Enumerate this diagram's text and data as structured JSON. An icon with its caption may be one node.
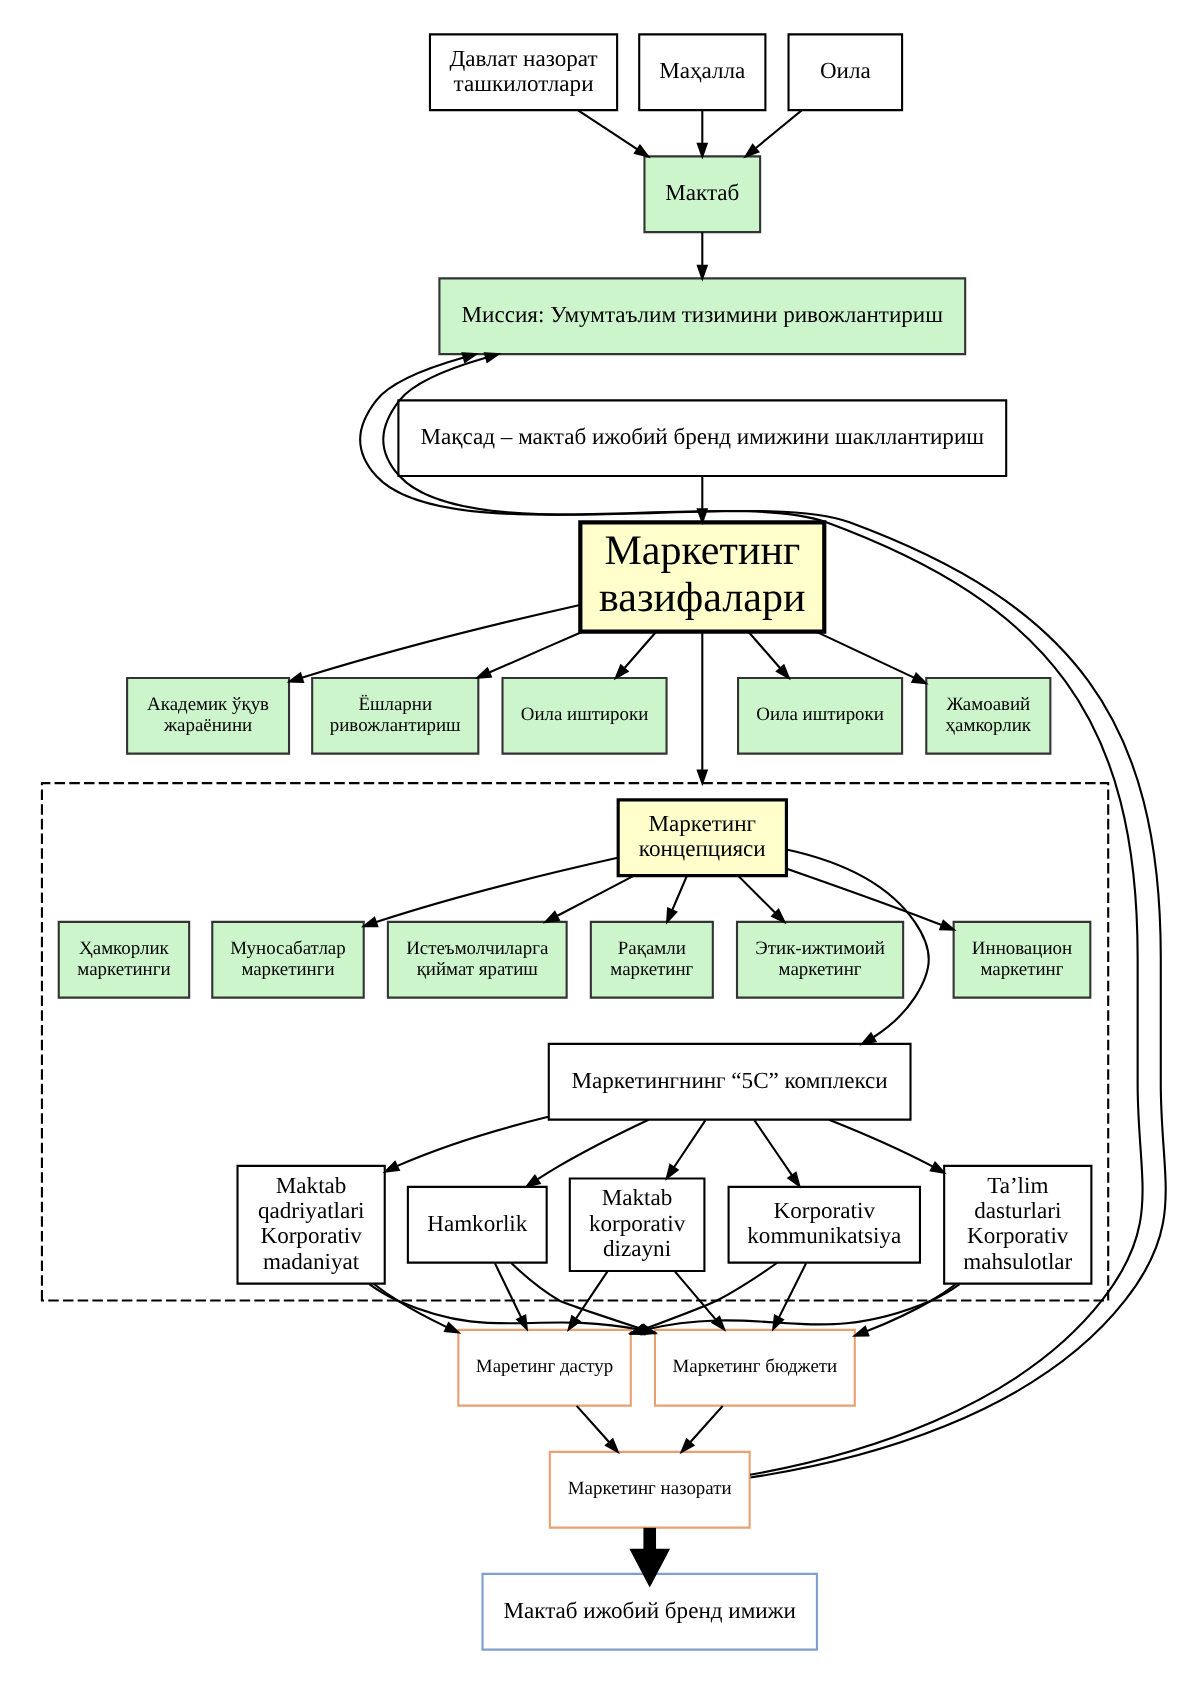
{
  "diagram": {
    "nodes": [
      {
        "text": [
          "Давлат назорат ташкилотлари"
        ]
      },
      {
        "text": [
          "Маҳалла"
        ]
      },
      {
        "text": [
          "Оила"
        ]
      },
      {
        "text": [
          "Мактаб"
        ]
      },
      {
        "text": [
          "Миссия: Умумтаълим тизимини ривожлантириш"
        ]
      },
      {
        "text": [
          "Мақсад – мактаб ижобий бренд имижини шакллантириш"
        ]
      },
      {
        "text": [
          "Маркетинг вазифалари"
        ]
      },
      {
        "text": [
          "Академик ўқув жараёнини"
        ]
      },
      {
        "text": [
          "Ёшларни ривожлантириш"
        ]
      },
      {
        "text": [
          "Оила иштироки"
        ]
      },
      {
        "text": [
          "Оила иштироки"
        ]
      },
      {
        "text": [
          "Жамоавий ҳамкорлик"
        ]
      },
      {
        "text": [],
        "shape": "box"
      },
      {
        "text": [
          "Маркетинг концепцияси"
        ],
        "in": 12
      },
      {
        "text": [
          "Рақамли маркетинг"
        ],
        "in": 12
      },
      {
        "text": [
          "Этик-ижтимоий маркетинг"
        ],
        "in": 12
      },
      {
        "text": [
          "Инновацион маркетинг"
        ],
        "in": 12
      },
      {
        "text": [
          "Муносабатлар маркетинги"
        ],
        "in": 12
      },
      {
        "text": [
          "Истеъмолчиларга қиймат яратиш"
        ],
        "in": 12
      },
      {
        "text": [
          "Ҳамкорлик маркетинги"
        ],
        "in": 12
      },
      {
        "text": [
          "Маркетингнинг “5C” комплекси"
        ],
        "in": 12
      },
      {
        "text": [
          "Maktab korporativ dizayni"
        ],
        "in": 12
      },
      {
        "text": [
          "Korporativ kommunikatsiya"
        ],
        "in": 12
      },
      {
        "text": [
          "Ta’lim dasturlari Korporativ mahsulotlar"
        ],
        "in": 12
      },
      {
        "text": [
          "Maktab qadriyatlari Korporativ madaniyat"
        ],
        "in": 12
      },
      {
        "text": [
          "Hamkorlik"
        ],
        "in": 12
      },
      {
        "text": [
          "Маретинг дастур"
        ]
      },
      {
        "text": [
          "Маркетинг бюджети"
        ]
      },
      {
        "text": [
          "Маркетинг назорати"
        ]
      },
      {
        "text": [
          "Мактаб ижобий бренд имижи"
        ]
      }
    ],
    "edges": [
      {
        "from": 0,
        "to": 3,
        "arrow": "to"
      },
      {
        "from": 1,
        "to": 3,
        "arrow": "to"
      },
      {
        "from": 2,
        "to": 3,
        "arrow": "to"
      },
      {
        "from": 3,
        "to": 4,
        "arrow": "to"
      },
      {
        "from": 5,
        "to": 6,
        "arrow": "to"
      },
      {
        "from": 6,
        "to": 7,
        "arrow": "to"
      },
      {
        "from": 6,
        "to": 8,
        "arrow": "to"
      },
      {
        "from": 6,
        "to": 9,
        "arrow": "to"
      },
      {
        "from": 6,
        "to": 10,
        "arrow": "to"
      },
      {
        "from": 6,
        "to": 11,
        "arrow": "to"
      },
      {
        "from": 6,
        "to": 12,
        "arrow": "to"
      },
      {
        "from": 13,
        "to": 14,
        "arrow": "to"
      },
      {
        "from": 13,
        "to": 15,
        "arrow": "to"
      },
      {
        "from": 13,
        "to": 16,
        "arrow": "to"
      },
      {
        "from": 13,
        "to": 17,
        "arrow": "to"
      },
      {
        "from": 13,
        "to": 18,
        "arrow": "to"
      },
      {
        "from": 13,
        "to": 20,
        "arrow": "to"
      },
      {
        "from": 20,
        "to": 21,
        "arrow": "to"
      },
      {
        "from": 20,
        "to": 22,
        "arrow": "to"
      },
      {
        "from": 20,
        "to": 23,
        "arrow": "to"
      },
      {
        "from": 20,
        "to": 24,
        "arrow": "to"
      },
      {
        "from": 20,
        "to": 25,
        "arrow": "to"
      },
      {
        "from": 21,
        "to": 26,
        "arrow": "to"
      },
      {
        "from": 22,
        "to": 26,
        "arrow": "to"
      },
      {
        "from": 23,
        "to": 26,
        "arrow": "to"
      },
      {
        "from": 24,
        "to": 26,
        "arrow": "to"
      },
      {
        "from": 25,
        "to": 26,
        "arrow": "to"
      },
      {
        "from": 21,
        "to": 27,
        "arrow": "to"
      },
      {
        "from": 22,
        "to": 27,
        "arrow": "to"
      },
      {
        "from": 23,
        "to": 27,
        "arrow": "to"
      },
      {
        "from": 24,
        "to": 27,
        "arrow": "to"
      },
      {
        "from": 25,
        "to": 27,
        "arrow": "to"
      },
      {
        "from": 26,
        "to": 28,
        "arrow": "to"
      },
      {
        "from": 27,
        "to": 28,
        "arrow": "to"
      },
      {
        "from": 28,
        "to": 4,
        "arrow": "to"
      },
      {
        "from": 28,
        "to": 4,
        "arrow": "to"
      },
      {
        "from": 28,
        "to": 29,
        "arrow": "to",
        "style": "thick"
      }
    ]
  }
}
